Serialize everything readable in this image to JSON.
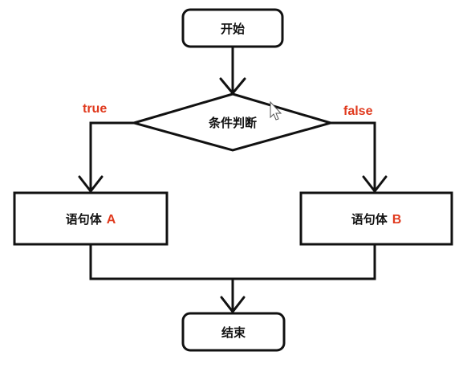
{
  "diagram": {
    "nodes": {
      "start": {
        "label": "开始"
      },
      "condition": {
        "label": "条件判断"
      },
      "body_a": {
        "label": "语句体",
        "suffix": "A"
      },
      "body_b": {
        "label": "语句体",
        "suffix": "B"
      },
      "end": {
        "label": "结束"
      }
    },
    "edges": {
      "true_label": "true",
      "false_label": "false"
    }
  },
  "colors": {
    "accent": "#e03a1e",
    "stroke": "#111111"
  }
}
